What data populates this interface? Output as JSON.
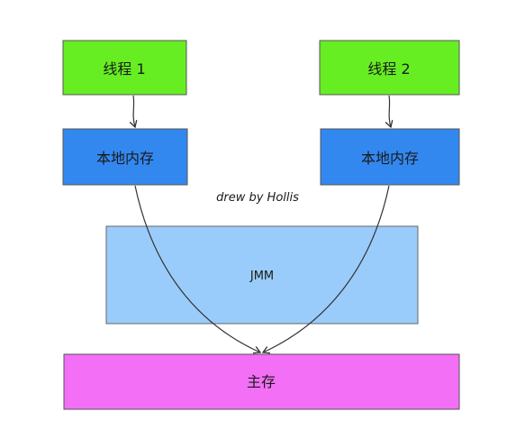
{
  "thread1": {
    "label": "线程 1"
  },
  "thread2": {
    "label": "线程 2"
  },
  "local1": {
    "label": "本地内存"
  },
  "local2": {
    "label": "本地内存"
  },
  "credit": "drew by Hollis",
  "jmm": {
    "label": "JMM"
  },
  "main_memory": {
    "label": "主存"
  },
  "colors": {
    "thread_fill": "#66ee22",
    "local_fill": "#3388f0",
    "jmm_fill": "#99ccfa",
    "main_fill": "#f36ff6",
    "stroke": "#555555"
  }
}
